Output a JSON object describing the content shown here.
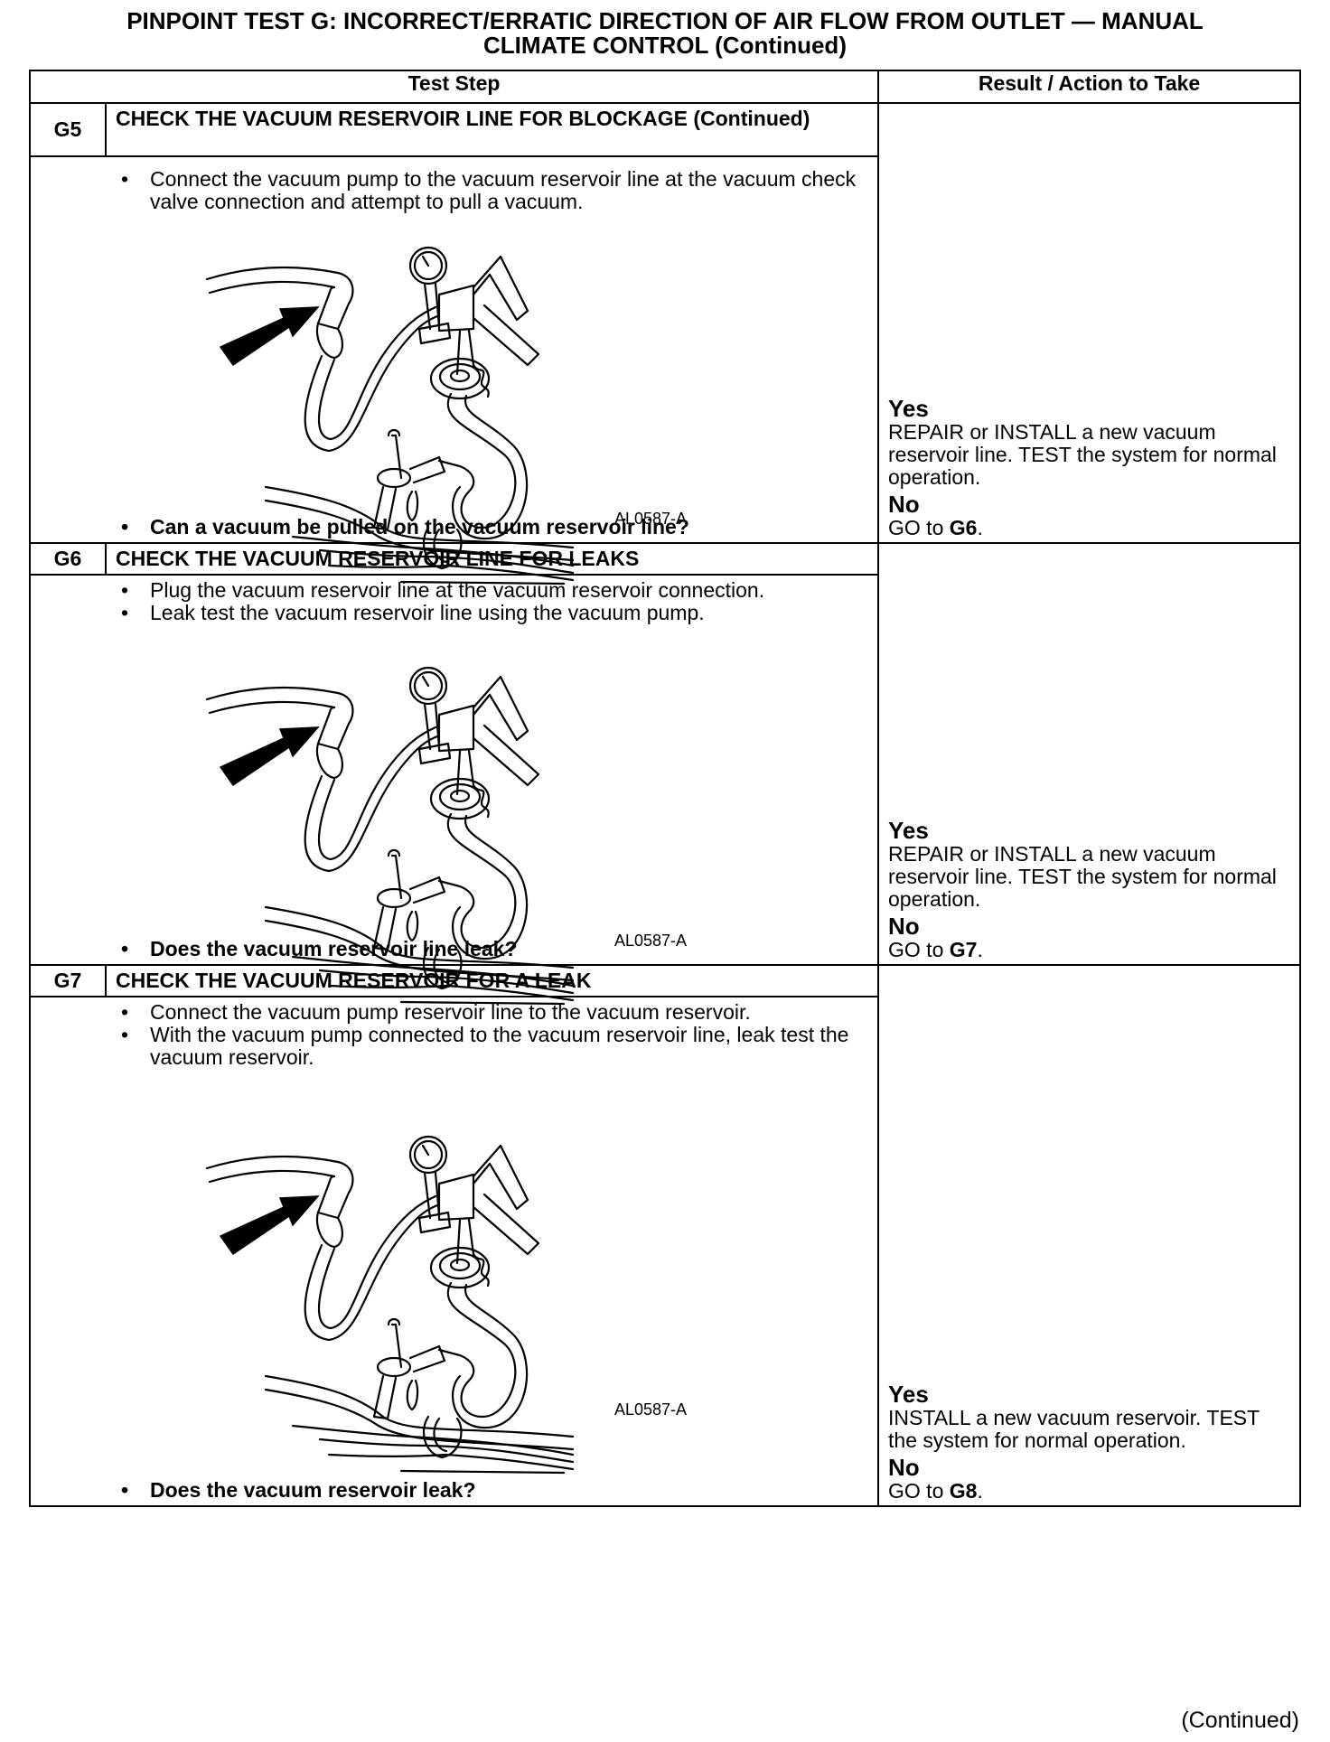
{
  "title_line1": "PINPOINT TEST G: INCORRECT/ERRATIC DIRECTION OF AIR FLOW FROM OUTLET — MANUAL",
  "title_line2": "CLIMATE CONTROL (Continued)",
  "headers": {
    "test_step": "Test Step",
    "result": "Result / Action to Take"
  },
  "figure_label": "AL0587-A",
  "steps": [
    {
      "id": "G5",
      "heading": "CHECK THE VACUUM RESERVOIR LINE FOR BLOCKAGE (Continued)",
      "bullets": [
        "Connect the vacuum pump to the vacuum reservoir line at the vacuum check valve connection and attempt to pull a vacuum."
      ],
      "question": "Can a vacuum be pulled on the vacuum reservoir line?",
      "yes_label": "Yes",
      "yes_text": "REPAIR or INSTALL a new vacuum reservoir line. TEST the system for normal operation.",
      "no_label": "No",
      "no_prefix": "GO to ",
      "no_target": "G6",
      "no_suffix": "."
    },
    {
      "id": "G6",
      "heading": "CHECK THE VACUUM RESERVOIR LINE FOR LEAKS",
      "bullets": [
        "Plug the vacuum reservoir line at the vacuum reservoir connection.",
        "Leak test the vacuum reservoir line using the vacuum pump."
      ],
      "question": "Does the vacuum reservoir line leak?",
      "yes_label": "Yes",
      "yes_text": "REPAIR or INSTALL a new vacuum reservoir line. TEST the system for normal operation.",
      "no_label": "No",
      "no_prefix": "GO to ",
      "no_target": "G7",
      "no_suffix": "."
    },
    {
      "id": "G7",
      "heading": "CHECK THE VACUUM RESERVOIR FOR A LEAK",
      "bullets": [
        "Connect the vacuum pump reservoir line to the vacuum reservoir.",
        "With the vacuum pump connected to the vacuum reservoir line, leak test the vacuum reservoir."
      ],
      "question": "Does the vacuum reservoir leak?",
      "yes_label": "Yes",
      "yes_text": "INSTALL a new vacuum reservoir. TEST the system for normal operation.",
      "no_label": "No",
      "no_prefix": "GO to ",
      "no_target": "G8",
      "no_suffix": "."
    }
  ],
  "continued": "(Continued)"
}
